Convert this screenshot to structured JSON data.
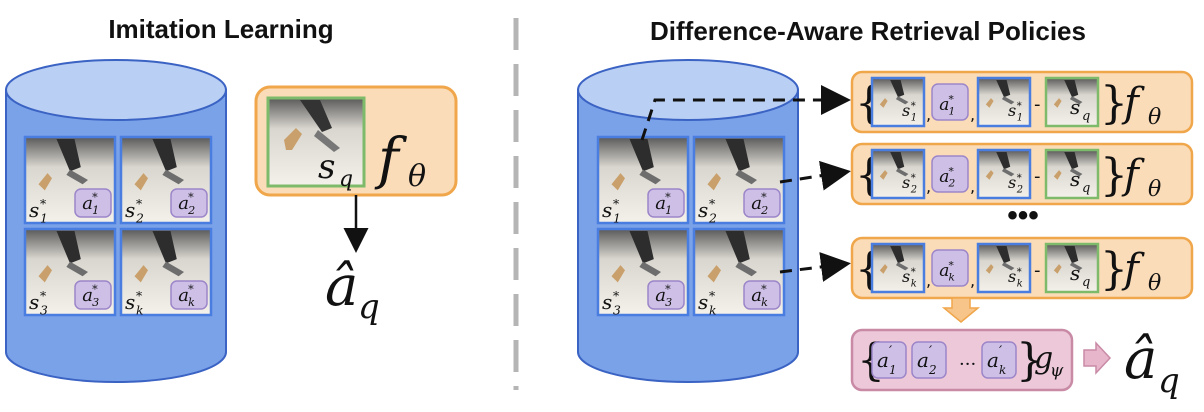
{
  "left": {
    "title": "Imitation Learning",
    "tiles": [
      {
        "state": "s",
        "state_sub": "1",
        "action": "a",
        "action_sub": "1",
        "star": "*"
      },
      {
        "state": "s",
        "state_sub": "2",
        "action": "a",
        "action_sub": "2",
        "star": "*"
      },
      {
        "state": "s",
        "state_sub": "3",
        "action": "a",
        "action_sub": "3",
        "star": "*"
      },
      {
        "state": "s",
        "state_sub": "k",
        "action": "a",
        "action_sub": "k",
        "star": "*"
      }
    ],
    "query_state": "s",
    "query_sub": "q",
    "policy": "f",
    "policy_sub": "θ",
    "output": "â",
    "output_sub": "q"
  },
  "right": {
    "title": "Difference-Aware Retrieval Policies",
    "tiles": [
      {
        "state": "s",
        "state_sub": "1",
        "action": "a",
        "action_sub": "1",
        "star": "*"
      },
      {
        "state": "s",
        "state_sub": "2",
        "action": "a",
        "action_sub": "2",
        "star": "*"
      },
      {
        "state": "s",
        "state_sub": "3",
        "action": "a",
        "action_sub": "3",
        "star": "*"
      },
      {
        "state": "s",
        "state_sub": "k",
        "action": "a",
        "action_sub": "k",
        "star": "*"
      }
    ],
    "rows": [
      {
        "idx": "1"
      },
      {
        "idx": "2"
      },
      {
        "idx": "k"
      }
    ],
    "ellipsis": "•••",
    "minus": "-",
    "query_state": "s",
    "query_sub": "q",
    "policy": "f",
    "policy_sub": "θ",
    "agg_actions": [
      {
        "a": "a",
        "sub": "1",
        "prime": "′"
      },
      {
        "a": "a",
        "sub": "2",
        "prime": "′"
      },
      {
        "a": "a",
        "sub": "k",
        "prime": "′"
      }
    ],
    "agg_dots": "···",
    "agg_fn": "g",
    "agg_fn_sub": "ψ",
    "output": "â",
    "output_sub": "q"
  },
  "colors": {
    "cylinder": "#7aa2e8",
    "cylinder_top": "#b9cff3",
    "cylinder_edge": "#3b63c4",
    "orange_fill": "#fbdcb8",
    "orange_edge": "#f0a64a",
    "pink_fill": "#ecc8d8",
    "pink_edge": "#c98aa6",
    "purple_chip": "#cdbfe6",
    "purple_edge": "#9c86c9",
    "tile_edge": "#4a7de0",
    "query_edge": "#7dbb6a"
  }
}
